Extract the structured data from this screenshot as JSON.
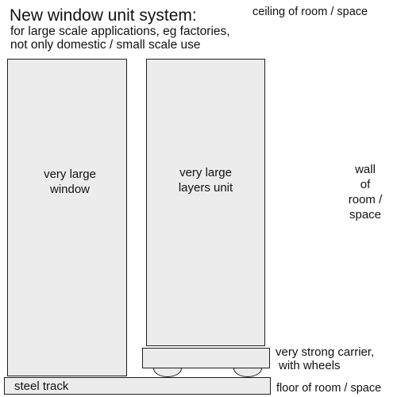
{
  "heading": {
    "title": "New window unit system:",
    "subtitle_line1": "for large scale applications, eg factories,",
    "subtitle_line2": "not only domestic / small scale use"
  },
  "labels": {
    "ceiling": "ceiling of room / space",
    "window": [
      "very large",
      "window"
    ],
    "layers_unit": [
      "very large",
      "layers unit"
    ],
    "wall": [
      "wall",
      "of",
      "room /",
      "space"
    ],
    "carrier": [
      "very strong carrier,",
      "with wheels"
    ],
    "steel_track": "steel track",
    "floor": "floor of room / space"
  },
  "colors": {
    "panel_fill": "#ececec",
    "outline": "#1e1e1e",
    "text": "#111111",
    "background": "#ffffff"
  }
}
